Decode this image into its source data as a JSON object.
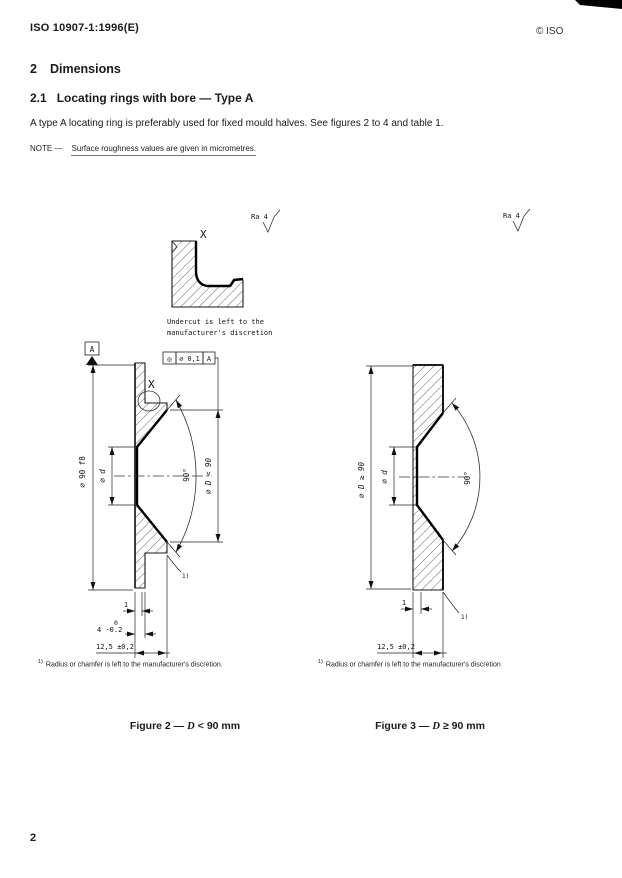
{
  "page": {
    "header_left": "ISO 10907-1:1996(E)",
    "header_right": "© ISO",
    "page_number": "2"
  },
  "content": {
    "section_number": "2",
    "section_title": "Dimensions",
    "subsection_number": "2.1",
    "subsection_title": "Locating rings with bore — Type A",
    "body_text": "A type A locating ring is preferably used for fixed mould halves. See figures 2 to 4 and table 1.",
    "note_label": "NOTE —",
    "note_text": "Surface roughness values are given in micrometres."
  },
  "detail_view": {
    "roughness": "Ra 4",
    "label": "X",
    "caption_line1": "Undercut is left to the",
    "caption_line2": "manufacturer's discretion"
  },
  "figure2": {
    "datum": "A",
    "tolerance_symbol": "◎",
    "tolerance_value": "⌀ 0,1",
    "tolerance_datum": "A",
    "detail_marker": "X",
    "dim_od": "⌀ 90 f8",
    "dim_bore": "⌀ d",
    "dim_angle": "90°",
    "dim_D": "⌀ D < 90",
    "dim_land": "1",
    "dim_flange_upper_tol": "0",
    "dim_flange": "4 -0.2",
    "dim_depth": "12,5 ±0,2",
    "footnote_ref": "1)",
    "footnote_text": "Radius or chamfer is left to the manufacturer's discretion.",
    "caption_prefix": "Figure 2 —",
    "caption_symbol": "D",
    "caption_suffix": "< 90 mm"
  },
  "figure3": {
    "roughness": "Ra 4",
    "dim_D": "⌀ D ≥ 90",
    "dim_bore": "⌀ d",
    "dim_angle": "90°",
    "dim_land": "1",
    "dim_depth": "12,5 ±0,2",
    "footnote_ref": "1)",
    "footnote_text": "Radius or chamfer is left to the manufacturer's discretion",
    "caption_prefix": "Figure 3 —",
    "caption_symbol": "D",
    "caption_suffix": "≥ 90 mm"
  }
}
